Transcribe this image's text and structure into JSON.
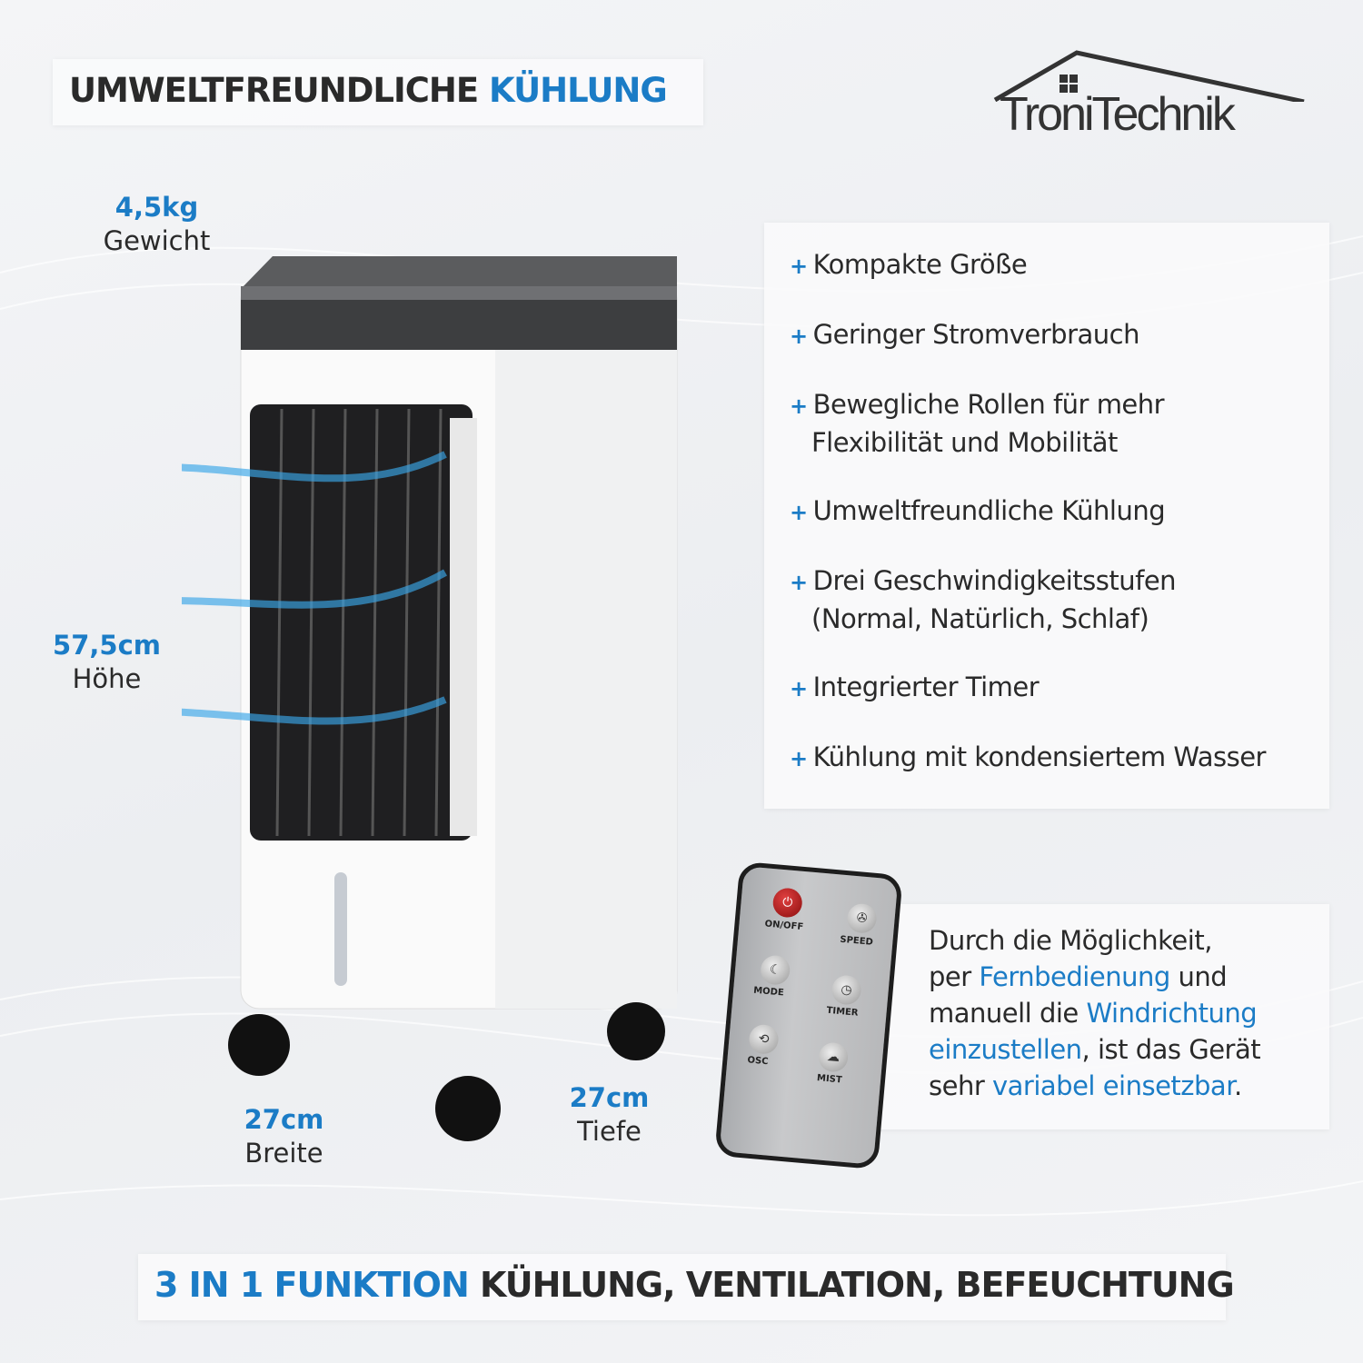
{
  "header": {
    "title_part1": "UMWELTFREUNDLICHE",
    "title_part2": "KÜHLUNG"
  },
  "logo": {
    "text": "TroniTechnik"
  },
  "dimensions": {
    "weight": {
      "value": "4,5kg",
      "label": "Gewicht"
    },
    "height": {
      "value": "57,5cm",
      "label": "Höhe"
    },
    "width": {
      "value": "27cm",
      "label": "Breite"
    },
    "depth": {
      "value": "27cm",
      "label": "Tiefe"
    }
  },
  "features": [
    {
      "line1": "Kompakte Größe"
    },
    {
      "line1": "Geringer Stromverbrauch"
    },
    {
      "line1": "Bewegliche Rollen für mehr",
      "line2": "Flexibilität und Mobilität"
    },
    {
      "line1": "Umweltfreundliche Kühlung"
    },
    {
      "line1": "Drei Geschwindigkeitsstufen",
      "line2": "(Normal, Natürlich, Schlaf)"
    },
    {
      "line1": "Integrierter Timer"
    },
    {
      "line1": "Kühlung mit kondensiertem Wasser"
    }
  ],
  "feature_marker": "+",
  "description": {
    "p1": "Durch die Möglichkeit,",
    "p2a": "per ",
    "p2b": "Fernbedienung",
    "p2c": " und",
    "p3a": "manuell die ",
    "p3b": "Windrichtung",
    "p4a": "einzustellen",
    ", ist das Gerät": "",
    "p4b": ", ist das Gerät",
    "p5a": "sehr ",
    "p5b": "variabel einsetzbar",
    "p5c": "."
  },
  "remote": {
    "buttons": [
      "ON/OFF",
      "SPEED",
      "MODE",
      "TIMER",
      "OSC",
      "MIST"
    ]
  },
  "banner": {
    "part1": "3 IN 1 FUNKTION",
    "part2": " KÜHLUNG, VENTILATION, BEFEUCHTUNG"
  },
  "colors": {
    "accent": "#1b7cc6",
    "text": "#2a2a2a",
    "power_button": "#b01818"
  }
}
